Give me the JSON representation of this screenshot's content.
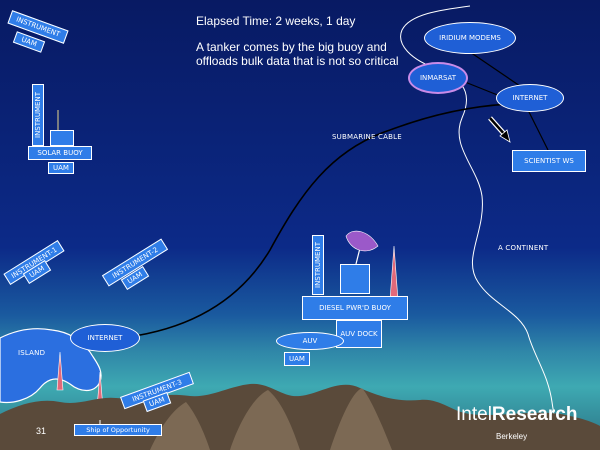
{
  "slide": {
    "heading": "Elapsed Time:  2 weeks, 1 day",
    "caption": "A tanker comes by the big buoy and offloads bulk data that is not so critical",
    "page_number": "31"
  },
  "labels": {
    "instrument_top": "INSTRUMENT",
    "uam_top": "UAM",
    "instrument_vertical": "INSTRUMENT",
    "solar_buoy": "SOLAR BUOY",
    "uam_solar": "UAM",
    "instrument_1": "INSTRUMENT-1",
    "uam_1": "UAM",
    "instrument_2": "INSTRUMENT-2",
    "uam_2": "UAM",
    "instrument_3": "INSTRUMENT-3",
    "uam_3": "UAM",
    "ship": "Ship of Opportunity",
    "island": "ISLAND",
    "internet_left": "INTERNET",
    "submarine_cable": "SUBMARINE CABLE",
    "iridium": "IRIDIUM MODEMS",
    "inmarsat": "INMARSAT",
    "internet_right": "INTERNET",
    "scientist": "SCIENTIST WS",
    "continent": "A CONTINENT",
    "instrument_buoy": "INSTRUMENT",
    "diesel_buoy": "DIESEL PWR'D BUOY",
    "auv_dock": "AUV DOCK",
    "auv": "AUV",
    "uam_auv": "UAM"
  },
  "logo": {
    "intel": "Intel",
    "research": "Research",
    "berkeley": "Berkeley"
  },
  "colors": {
    "box_blue": "#2f7de8",
    "oval_blue": "#1f5fd6",
    "inmarsat_ring": "#c98be8",
    "dish": "#9b59c9",
    "tower": "#e2697a"
  }
}
